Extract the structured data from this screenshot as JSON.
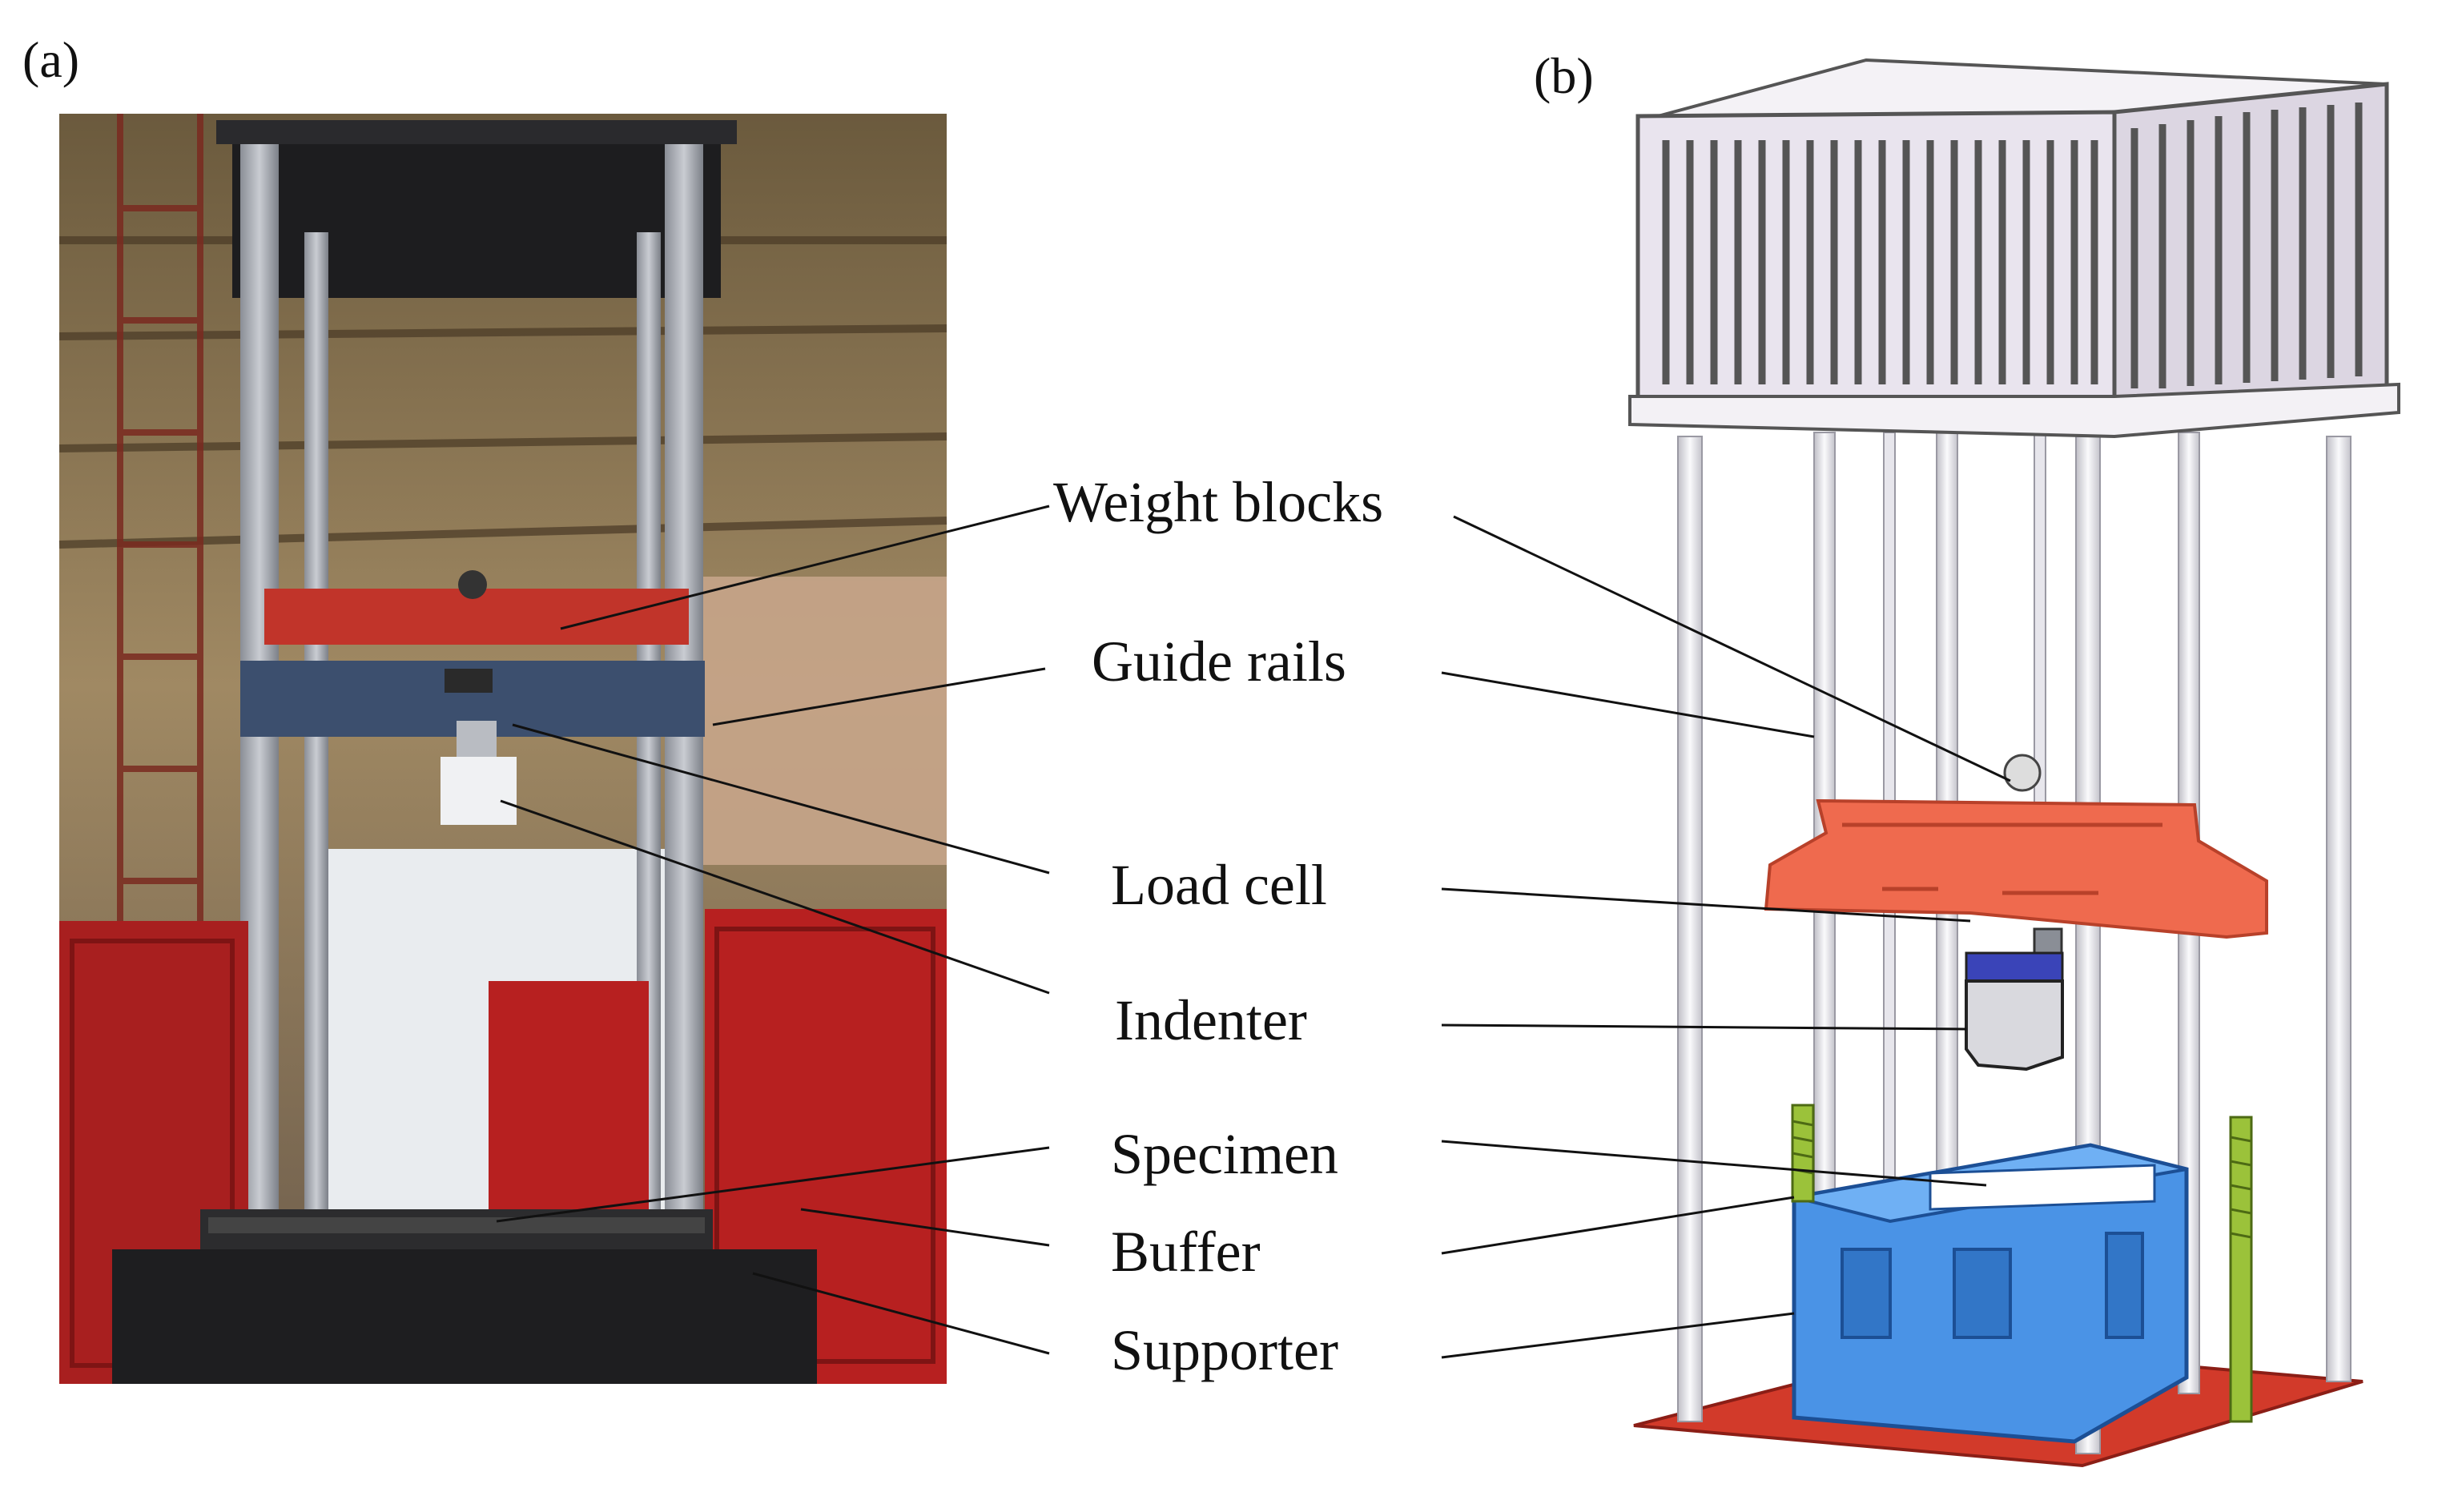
{
  "panels": {
    "a_label": "(a)",
    "b_label": "(b)"
  },
  "callouts": [
    {
      "id": "weight-blocks",
      "label": "Weight blocks"
    },
    {
      "id": "guide-rails",
      "label": "Guide rails"
    },
    {
      "id": "load-cell",
      "label": "Load cell"
    },
    {
      "id": "indenter",
      "label": "Indenter"
    },
    {
      "id": "specimen",
      "label": "Specimen"
    },
    {
      "id": "buffer",
      "label": "Buffer"
    },
    {
      "id": "supporter",
      "label": "Supporter"
    }
  ],
  "colors": {
    "weight_blocks": "#ef6a4e",
    "supporter": "#4a93e6",
    "base_plate": "#d23a2a",
    "buffer_spring": "#9bc23a",
    "cage": "#e9e4ee",
    "rails": "#efeef3",
    "photo_red_panel": "#b72020",
    "photo_blue_beam": "#3c4f6e"
  }
}
